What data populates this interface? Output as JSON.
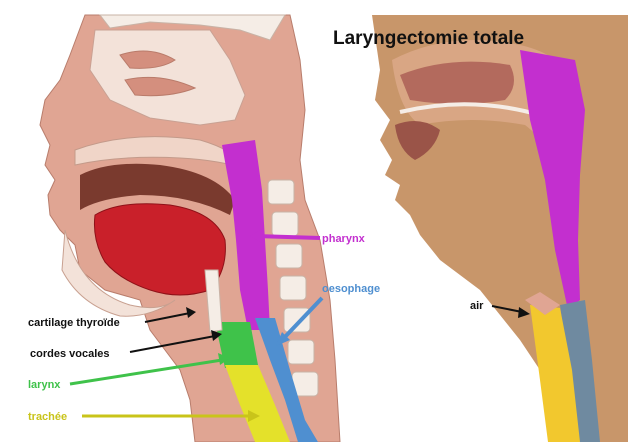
{
  "title": "Laryngectomie totale",
  "labels": {
    "pharynx": "pharynx",
    "oesophage": "oesophage",
    "cartilage": "cartilage thyroïde",
    "cordes": "cordes vocales",
    "larynx": "larynx",
    "trachee": "trachée",
    "air": "air"
  },
  "colors": {
    "skin": "#c8966a",
    "tissue": "#e8b7a8",
    "tongue": "#c9202a",
    "pharynx": "#c32fcf",
    "oesophagus": "#4f8fd0",
    "larynx": "#3fc24a",
    "trachea": "#e4e12a",
    "trachea_right": "#f2c82e",
    "bone": "#f5ede6"
  }
}
